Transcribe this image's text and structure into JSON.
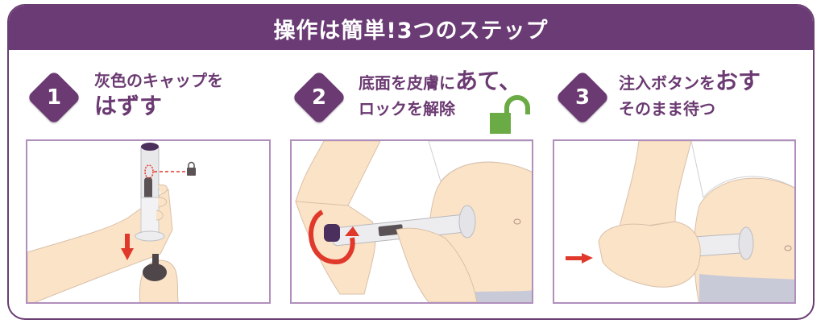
{
  "header": {
    "title": "操作は簡単!3つのステップ"
  },
  "steps": [
    {
      "number": "1",
      "line1": "灰色のキャップを",
      "line2": "はずす",
      "illustration": "remove-gray-cap"
    },
    {
      "number": "2",
      "line1_small": "底面を皮膚に",
      "line1_big": "あて、",
      "line2": "ロックを解除",
      "icon": "unlock-icon",
      "illustration": "press-to-skin-unlock"
    },
    {
      "number": "3",
      "line1_small": "注入ボタンを",
      "line1_big": "おす",
      "line2": "そのまま待つ",
      "illustration": "press-injection-button"
    }
  ],
  "colors": {
    "brand_purple": "#6a3b74",
    "panel_border": "#b08fbc",
    "lock_green": "#6aab45",
    "arrow_red": "#e0392b",
    "skin": "#fbe3c8"
  }
}
